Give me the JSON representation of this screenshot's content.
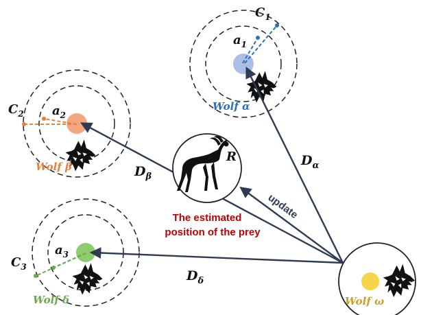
{
  "colors": {
    "arrow": "#2f3b52",
    "alpha": "#2f6db5",
    "alpha_fill": "#a9bfe8",
    "beta": "#e8813a",
    "beta_fill": "#f4a77f",
    "delta": "#6aaa4f",
    "delta_fill": "#8fcc6d",
    "omega": "#c9a227",
    "omega_fill": "#f6d54a",
    "prey_text": "#c00000"
  },
  "wolves": {
    "alpha": {
      "name": "Wolf α",
      "a_label": "a",
      "a_sub": "1",
      "c_label": "C",
      "c_sub": "1",
      "d_label": "D",
      "d_sub": "α"
    },
    "beta": {
      "name": "Wolf β",
      "a_label": "a",
      "a_sub": "2",
      "c_label": "C",
      "c_sub": "2",
      "d_label": "D",
      "d_sub": "β"
    },
    "delta": {
      "name": "Wolf δ",
      "a_label": "a",
      "a_sub": "3",
      "c_label": "C",
      "c_sub": "3",
      "d_label": "D",
      "d_sub": "δ"
    },
    "omega": {
      "name": "Wolf ω"
    }
  },
  "prey": {
    "r_label": "R",
    "caption_line1": "The estimated",
    "caption_line2": "position of the prey",
    "update_label": "update"
  },
  "icons": {
    "wolf": "wolf-head-icon",
    "prey": "gazelle-icon"
  }
}
